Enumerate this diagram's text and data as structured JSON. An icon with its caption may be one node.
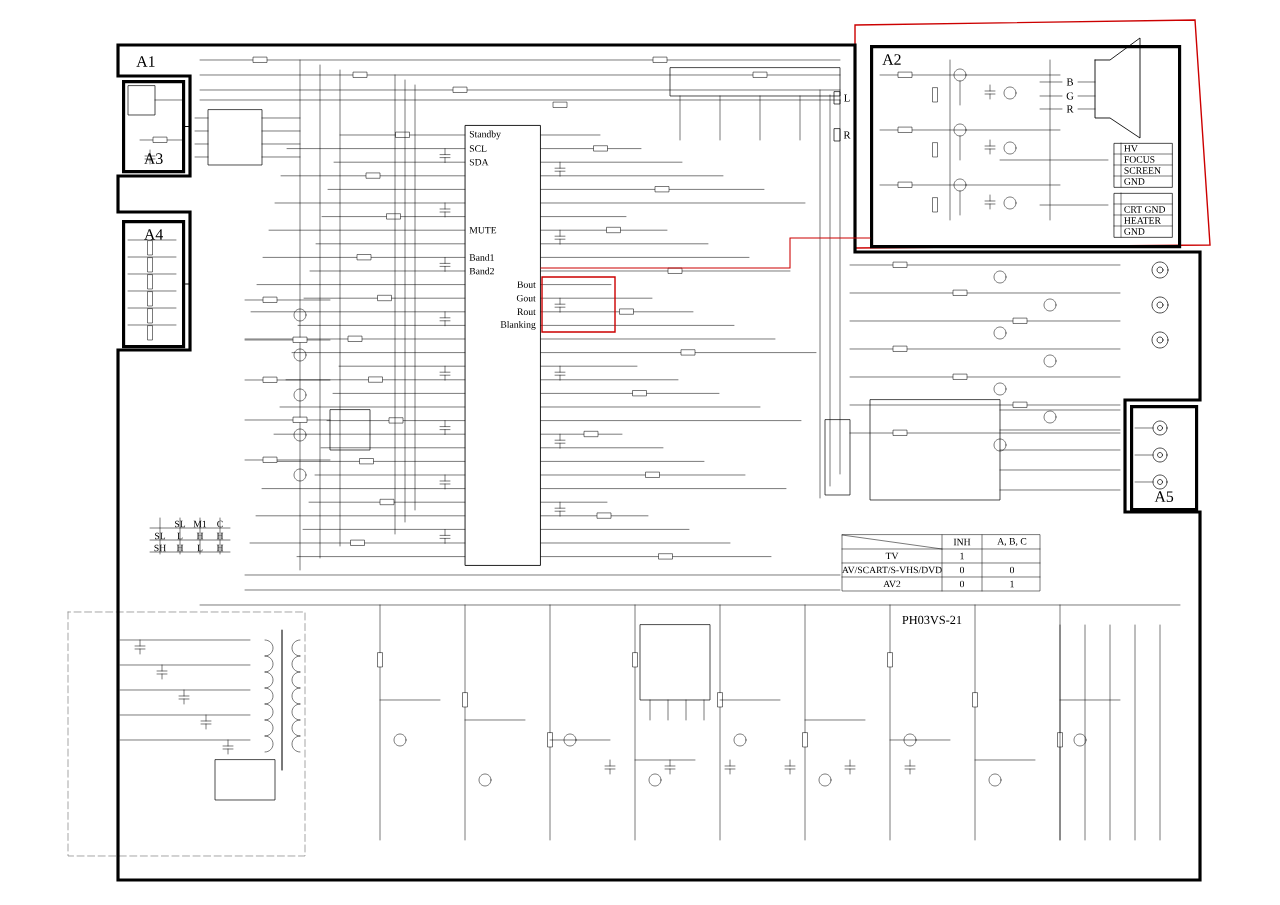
{
  "diagram": {
    "nodes": [
      {
        "text": [
          "A1"
        ]
      },
      {
        "text": [
          "A3"
        ]
      },
      {
        "text": [
          "A4"
        ]
      },
      {
        "text": [
          "A2"
        ]
      },
      {
        "text": [
          "A5"
        ]
      },
      {
        "text": [
          "Standby",
          "SCL",
          "SDA",
          "MUTE",
          "Band1",
          "Band2",
          "Bout",
          "Gout",
          "Rout",
          "Blanking"
        ],
        "in": 0
      },
      {
        "text": [
          "HV",
          "FOCUS",
          "SCREEN",
          "GND"
        ],
        "in": 3
      },
      {
        "text": [
          "CRT GND",
          "HEATER",
          "GND"
        ],
        "in": 3
      }
    ],
    "edges": [
      {
        "from": 1,
        "to": 0,
        "arrow": "none"
      },
      {
        "from": 2,
        "to": 0,
        "arrow": "none"
      },
      {
        "from": 3,
        "to": 5,
        "arrow": "none",
        "color": "#cc0000"
      }
    ],
    "labels": [
      "L",
      "R",
      "B",
      "G",
      "R",
      "SL",
      "M1",
      "C",
      "SL",
      "L",
      "H",
      "H",
      "SH",
      "H",
      "L",
      "H",
      "INH",
      "A, B, C",
      "TV",
      "1",
      "AV/SCART/S-VHS/DVD",
      "0",
      "0",
      "AV2",
      "0",
      "1",
      "PH03VS-21"
    ]
  }
}
